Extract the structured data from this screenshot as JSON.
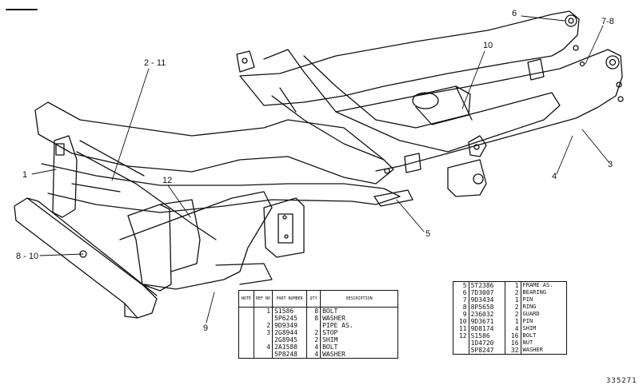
{
  "callouts": {
    "c1": "1",
    "c2_11": "2 - 11",
    "c12": "12",
    "c8_10": "8 - 10",
    "c9": "9",
    "c10": "10",
    "c6": "6",
    "c7_8": "7-8",
    "c3": "3",
    "c4": "4",
    "c5": "5"
  },
  "parts_table_left": {
    "headers": {
      "note": "NOTE",
      "ref": "REF NO",
      "part": "PART NUMBER",
      "qty": "QTY",
      "desc": "DESCRIPTION"
    },
    "rows": [
      {
        "note": "",
        "ref": "1",
        "part": "S1586",
        "qty": "8",
        "desc": "BOLT"
      },
      {
        "note": "",
        "ref": "",
        "part": "5P6245",
        "qty": "8",
        "desc": "WASHER"
      },
      {
        "note": "",
        "ref": "2",
        "part": "9D9349",
        "qty": "",
        "desc": "PIPE AS."
      },
      {
        "note": "",
        "ref": "3",
        "part": "2G8944",
        "qty": "2",
        "desc": "STOP"
      },
      {
        "note": "",
        "ref": "",
        "part": "2G8945",
        "qty": "2",
        "desc": "SHIM"
      },
      {
        "note": "",
        "ref": "4",
        "part": "2A1588",
        "qty": "4",
        "desc": "BOLT"
      },
      {
        "note": "",
        "ref": "",
        "part": "5P8248",
        "qty": "4",
        "desc": "WASHER"
      }
    ]
  },
  "parts_table_right": {
    "rows": [
      {
        "ref": "5",
        "part": "5T2386",
        "qty": "1",
        "desc": "FRAME AS."
      },
      {
        "ref": "6",
        "part": "7D3007",
        "qty": "2",
        "desc": "BEARING"
      },
      {
        "ref": "7",
        "part": "9D3434",
        "qty": "1",
        "desc": "PIN"
      },
      {
        "ref": "8",
        "part": "8P5658",
        "qty": "2",
        "desc": "RING"
      },
      {
        "ref": "9",
        "part": "236032",
        "qty": "2",
        "desc": "GUARD"
      },
      {
        "ref": "10",
        "part": "9D3671",
        "qty": "1",
        "desc": "PIN"
      },
      {
        "ref": "11",
        "part": "9D8174",
        "qty": "4",
        "desc": "SHIM"
      },
      {
        "ref": "12",
        "part": "S1586",
        "qty": "16",
        "desc": "BOLT"
      },
      {
        "ref": "",
        "part": "1D4720",
        "qty": "16",
        "desc": "NUT"
      },
      {
        "ref": "",
        "part": "5P8247",
        "qty": "32",
        "desc": "WASHER"
      }
    ]
  },
  "document_number": "335271",
  "colors": {
    "ink": "#111111",
    "paper": "#ffffff"
  }
}
